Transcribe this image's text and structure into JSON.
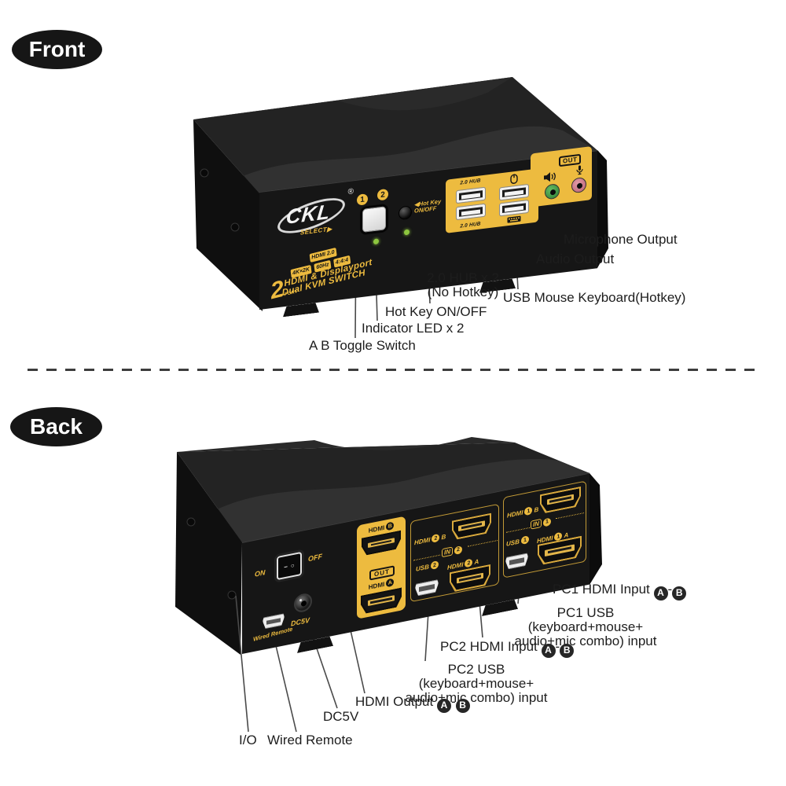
{
  "colors": {
    "accent_yellow": "#EDBB3F",
    "device_black": "#161616",
    "led_green": "#8DC63F",
    "jack_green": "#4DA84D",
    "jack_pink": "#D4798C",
    "annotation_text": "#1d1d1d"
  },
  "shared": {
    "a": "A",
    "b": "B",
    "dash": "-"
  },
  "front": {
    "badge": "Front",
    "device": {
      "logo": "CKL",
      "logo_reg": "®",
      "num1": "1",
      "num2": "2",
      "select": "SELECT",
      "select_arrow": "▶",
      "hotkey_arrow": "◀",
      "hotkey_line1": "Hot Key",
      "hotkey_line2": "ON/OFF",
      "hub_top": "2.0 HUB",
      "hub_bottom": "2.0 HUB",
      "out": "OUT",
      "chip_hdmi": "HDMI 2.0",
      "chip_4k": "4K×2K",
      "chip_hz": "60Hz",
      "chip_chroma": "4:4:4",
      "tagline1": "HDMI & Displayport",
      "tagline2": "Dual KVM SWITCH",
      "port_count": "2",
      "port_word": "PORT"
    },
    "annotations": {
      "mic": "Microphone Output",
      "audio": "Audio Output",
      "hub_line1": "2.0 HUB x 2",
      "hub_line2": "(No Hotkey)",
      "usbmk": "USB Mouse Keyboard(Hotkey)",
      "hotkey": "Hot Key ON/OFF",
      "led": "Indicator LED x 2",
      "toggle": "A B Toggle Switch"
    }
  },
  "back": {
    "badge": "Back",
    "device": {
      "on": "ON",
      "off": "OFF",
      "rocker_line": "−",
      "rocker_circle": "○",
      "out_panel": {
        "hdmi": "HDMI",
        "b": "B",
        "out": "OUT",
        "a": "A"
      },
      "in2": {
        "hdmi": "HDMI",
        "num": "2",
        "b": "B",
        "in": "IN",
        "usb": "USB",
        "a": "A"
      },
      "in1": {
        "hdmi": "HDMI",
        "num": "1",
        "b": "B",
        "in": "IN",
        "usb": "USB",
        "a": "A"
      },
      "wired_remote": "Wired Remote",
      "dc5v": "DC5V"
    },
    "annotations": {
      "pc1_hdmi": "PC1 HDMI Input",
      "pc1_usb_line1": "PC1 USB (keyboard+mouse+",
      "pc1_usb_line2": "audio+mic combo) input",
      "pc2_hdmi": "PC2 HDMI Input",
      "pc2_usb_line1": "PC2 USB (keyboard+mouse+",
      "pc2_usb_line2": "audio+mic combo) input",
      "hdmi_output": "HDMI Output",
      "dc5v": "DC5V",
      "io": "I/O",
      "wired_remote": "Wired Remote"
    }
  }
}
